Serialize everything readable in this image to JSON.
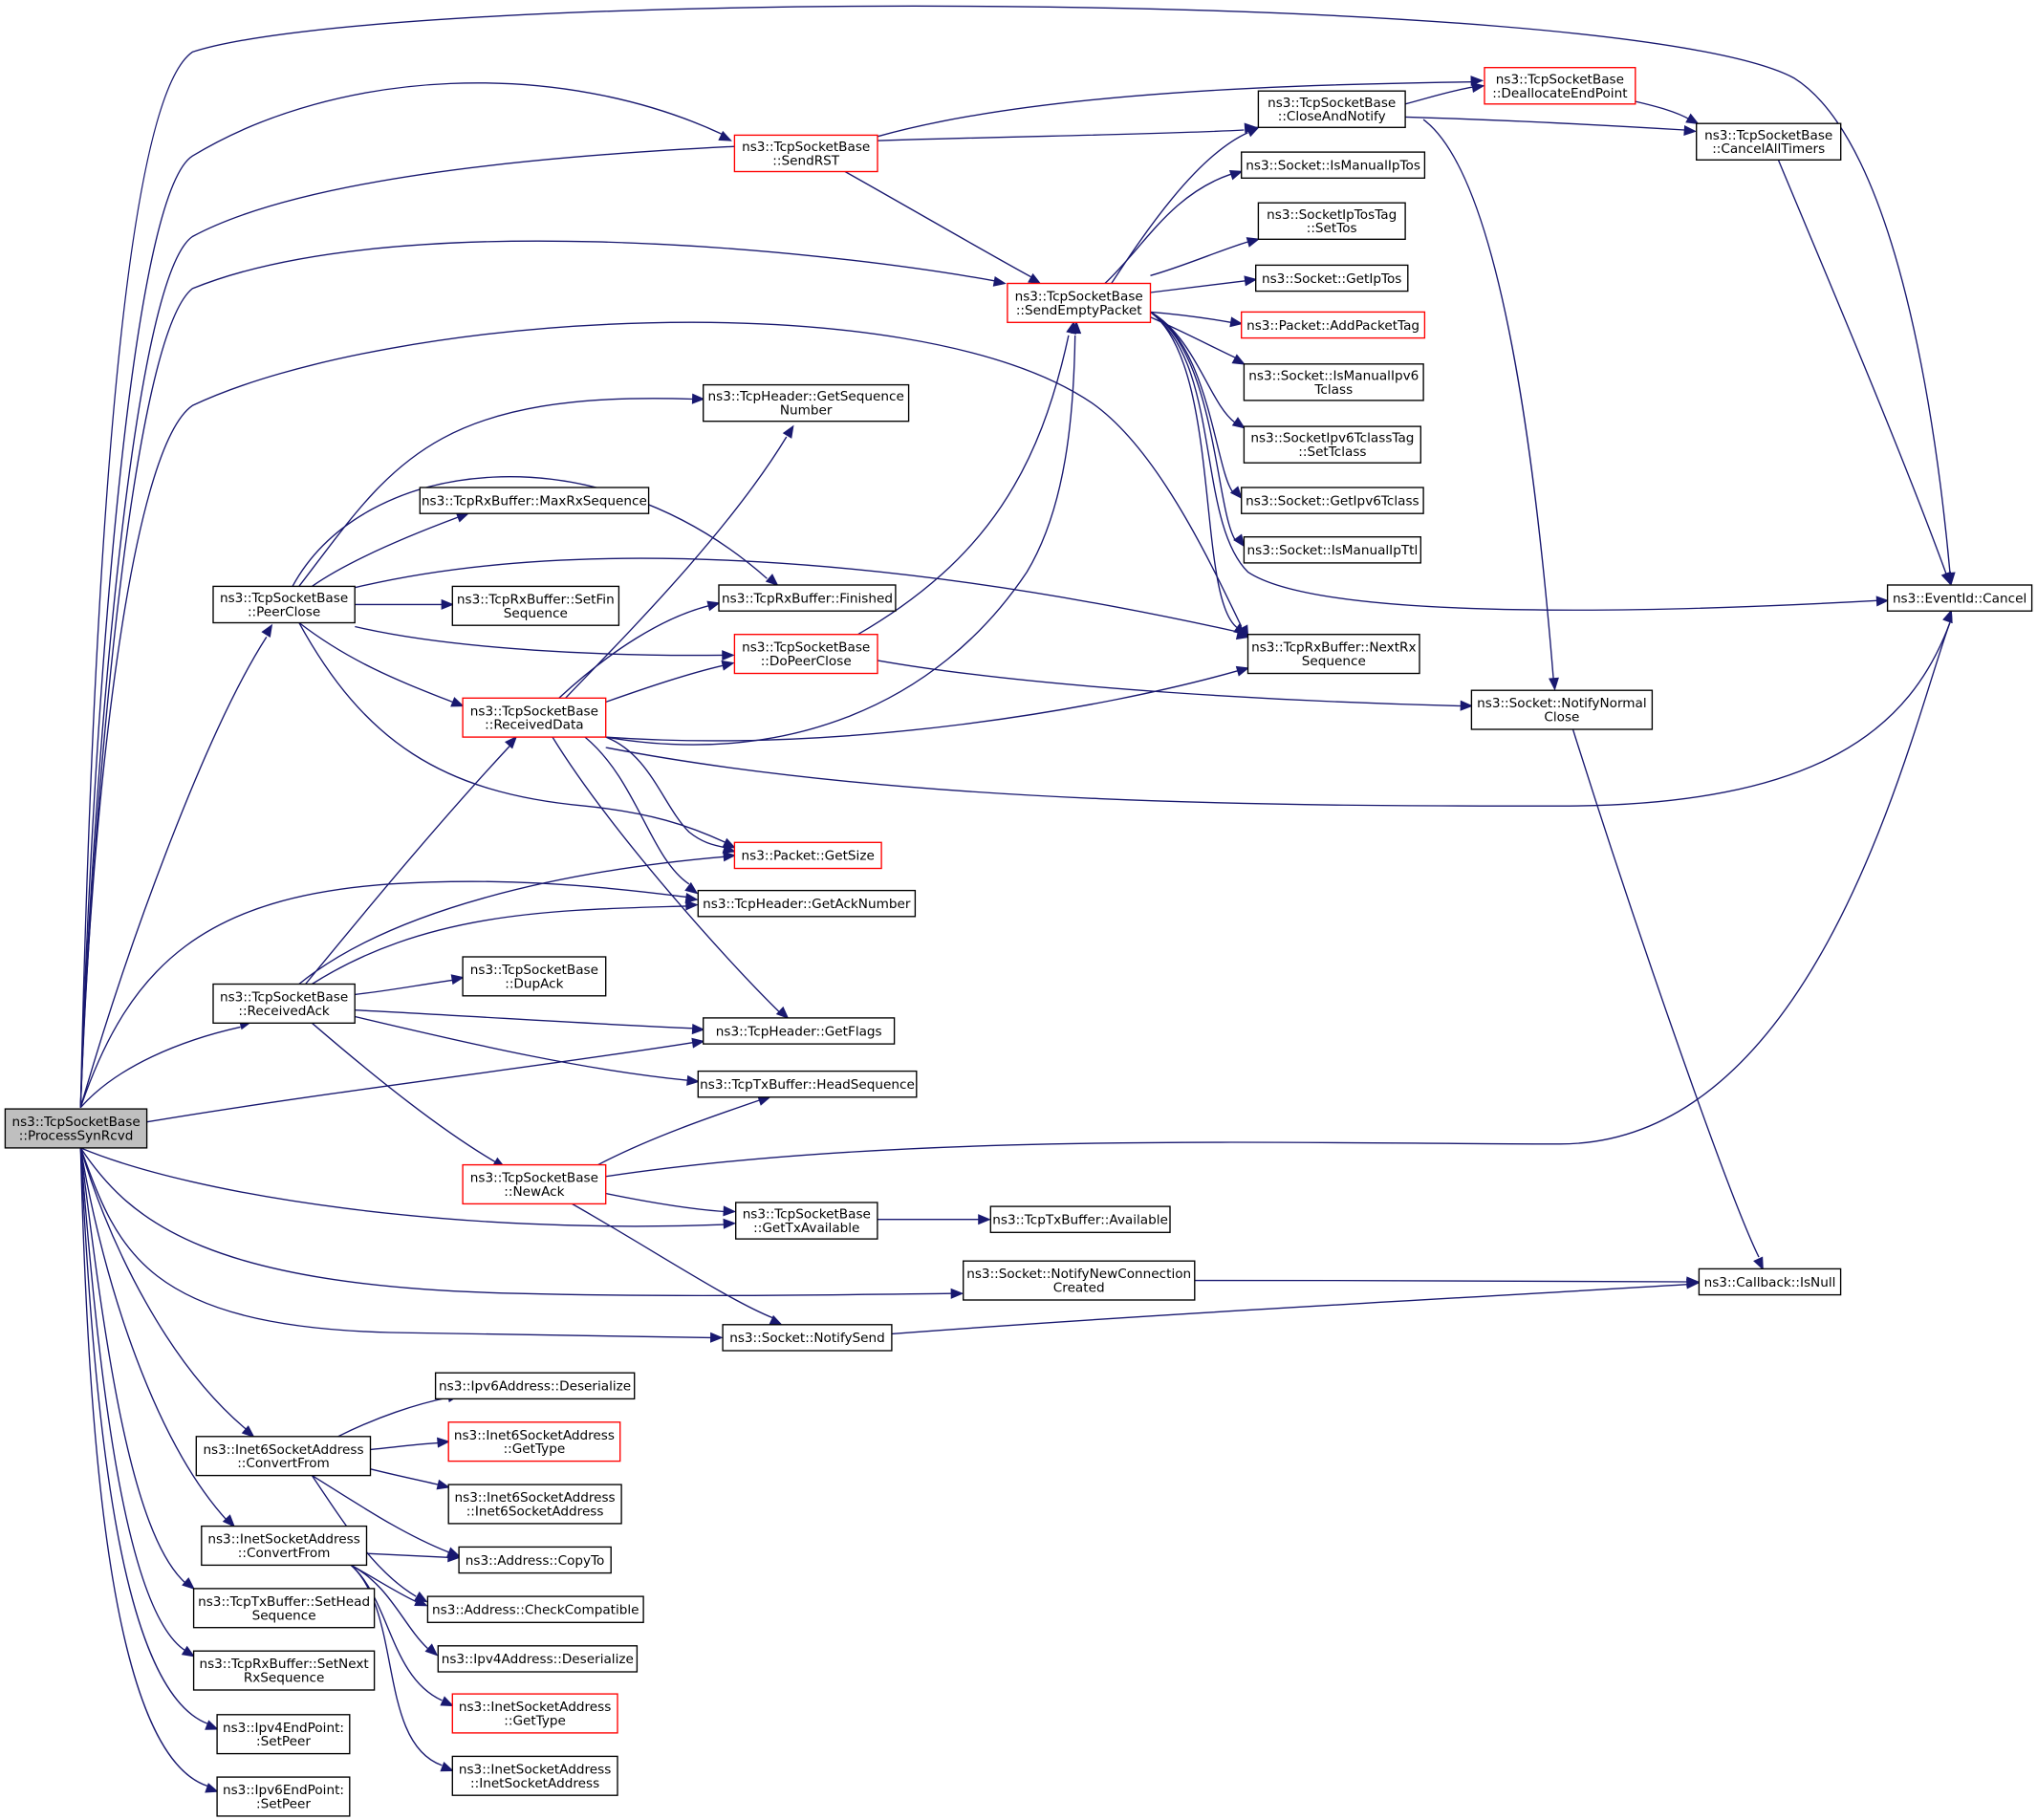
{
  "colors": {
    "edge": "#191970",
    "node_border": "#000000",
    "truncated_node_border": "#ff0000",
    "selected_node_fill": "#bfbfbf",
    "background": "#ffffff"
  },
  "nodes": [
    {
      "id": "processsynrcvd",
      "lines": [
        "ns3::TcpSocketBase",
        "::ProcessSynRcvd"
      ],
      "style": "root"
    },
    {
      "id": "sendrst",
      "lines": [
        "ns3::TcpSocketBase",
        "::SendRST"
      ],
      "style": "red"
    },
    {
      "id": "closeandnotify",
      "lines": [
        "ns3::TcpSocketBase",
        "::CloseAndNotify"
      ],
      "style": "normal"
    },
    {
      "id": "deallocateendpoint",
      "lines": [
        "ns3::TcpSocketBase",
        "::DeallocateEndPoint"
      ],
      "style": "red"
    },
    {
      "id": "cancelalltimers",
      "lines": [
        "ns3::TcpSocketBase",
        "::CancelAllTimers"
      ],
      "style": "normal"
    },
    {
      "id": "ismanualiptos",
      "lines": [
        "ns3::Socket::IsManualIpTos"
      ],
      "style": "normal"
    },
    {
      "id": "settos",
      "lines": [
        "ns3::SocketIpTosTag",
        "::SetTos"
      ],
      "style": "normal"
    },
    {
      "id": "getiptos",
      "lines": [
        "ns3::Socket::GetIpTos"
      ],
      "style": "normal"
    },
    {
      "id": "sendemptypacket",
      "lines": [
        "ns3::TcpSocketBase",
        "::SendEmptyPacket"
      ],
      "style": "red"
    },
    {
      "id": "addpackettag",
      "lines": [
        "ns3::Packet::AddPacketTag"
      ],
      "style": "red"
    },
    {
      "id": "ismanualipv6tclass",
      "lines": [
        "ns3::Socket::IsManualIpv6",
        "Tclass"
      ],
      "style": "normal"
    },
    {
      "id": "gettcpseq",
      "lines": [
        "ns3::TcpHeader::GetSequence",
        "Number"
      ],
      "style": "normal"
    },
    {
      "id": "settclass",
      "lines": [
        "ns3::SocketIpv6TclassTag",
        "::SetTclass"
      ],
      "style": "normal"
    },
    {
      "id": "maxrxsequence",
      "lines": [
        "ns3::TcpRxBuffer::MaxRxSequence"
      ],
      "style": "normal"
    },
    {
      "id": "getipv6tclass",
      "lines": [
        "ns3::Socket::GetIpv6Tclass"
      ],
      "style": "normal"
    },
    {
      "id": "ismanualipttl",
      "lines": [
        "ns3::Socket::IsManualIpTtl"
      ],
      "style": "normal"
    },
    {
      "id": "peerclose",
      "lines": [
        "ns3::TcpSocketBase",
        "::PeerClose"
      ],
      "style": "normal"
    },
    {
      "id": "setfinsequence",
      "lines": [
        "ns3::TcpRxBuffer::SetFin",
        "Sequence"
      ],
      "style": "normal"
    },
    {
      "id": "finished",
      "lines": [
        "ns3::TcpRxBuffer::Finished"
      ],
      "style": "normal"
    },
    {
      "id": "eventidcancel",
      "lines": [
        "ns3::EventId::Cancel"
      ],
      "style": "normal"
    },
    {
      "id": "dopeerclose",
      "lines": [
        "ns3::TcpSocketBase",
        "::DoPeerClose"
      ],
      "style": "red"
    },
    {
      "id": "nextrxsequence",
      "lines": [
        "ns3::TcpRxBuffer::NextRx",
        "Sequence"
      ],
      "style": "normal"
    },
    {
      "id": "receiveddata",
      "lines": [
        "ns3::TcpSocketBase",
        "::ReceivedData"
      ],
      "style": "red"
    },
    {
      "id": "notifynormalclose",
      "lines": [
        "ns3::Socket::NotifyNormal",
        "Close"
      ],
      "style": "normal"
    },
    {
      "id": "packetgetsize",
      "lines": [
        "ns3::Packet::GetSize"
      ],
      "style": "red"
    },
    {
      "id": "getacknumber",
      "lines": [
        "ns3::TcpHeader::GetAckNumber"
      ],
      "style": "normal"
    },
    {
      "id": "dupack",
      "lines": [
        "ns3::TcpSocketBase",
        "::DupAck"
      ],
      "style": "normal"
    },
    {
      "id": "receivedack",
      "lines": [
        "ns3::TcpSocketBase",
        "::ReceivedAck"
      ],
      "style": "normal"
    },
    {
      "id": "getflags",
      "lines": [
        "ns3::TcpHeader::GetFlags"
      ],
      "style": "normal"
    },
    {
      "id": "headsequence",
      "lines": [
        "ns3::TcpTxBuffer::HeadSequence"
      ],
      "style": "normal"
    },
    {
      "id": "newack",
      "lines": [
        "ns3::TcpSocketBase",
        "::NewAck"
      ],
      "style": "red"
    },
    {
      "id": "gettxavailable",
      "lines": [
        "ns3::TcpSocketBase",
        "::GetTxAvailable"
      ],
      "style": "normal"
    },
    {
      "id": "available",
      "lines": [
        "ns3::TcpTxBuffer::Available"
      ],
      "style": "normal"
    },
    {
      "id": "notifynewconnection",
      "lines": [
        "ns3::Socket::NotifyNewConnection",
        "Created"
      ],
      "style": "normal"
    },
    {
      "id": "callbackisnull",
      "lines": [
        "ns3::Callback::IsNull"
      ],
      "style": "normal"
    },
    {
      "id": "notifysend",
      "lines": [
        "ns3::Socket::NotifySend"
      ],
      "style": "normal"
    },
    {
      "id": "ipv6deserialize",
      "lines": [
        "ns3::Ipv6Address::Deserialize"
      ],
      "style": "normal"
    },
    {
      "id": "inet6convertfrom",
      "lines": [
        "ns3::Inet6SocketAddress",
        "::ConvertFrom"
      ],
      "style": "normal"
    },
    {
      "id": "inet6gettype",
      "lines": [
        "ns3::Inet6SocketAddress",
        "::GetType"
      ],
      "style": "red"
    },
    {
      "id": "inet6ctor",
      "lines": [
        "ns3::Inet6SocketAddress",
        "::Inet6SocketAddress"
      ],
      "style": "normal"
    },
    {
      "id": "inetconvertfrom",
      "lines": [
        "ns3::InetSocketAddress",
        "::ConvertFrom"
      ],
      "style": "normal"
    },
    {
      "id": "addresscopyto",
      "lines": [
        "ns3::Address::CopyTo"
      ],
      "style": "normal"
    },
    {
      "id": "setheadsequence",
      "lines": [
        "ns3::TcpTxBuffer::SetHead",
        "Sequence"
      ],
      "style": "normal"
    },
    {
      "id": "addresscheckcompatible",
      "lines": [
        "ns3::Address::CheckCompatible"
      ],
      "style": "normal"
    },
    {
      "id": "setnextrxsequence",
      "lines": [
        "ns3::TcpRxBuffer::SetNext",
        "RxSequence"
      ],
      "style": "normal"
    },
    {
      "id": "ipv4deserialize",
      "lines": [
        "ns3::Ipv4Address::Deserialize"
      ],
      "style": "normal"
    },
    {
      "id": "inetgettype",
      "lines": [
        "ns3::InetSocketAddress",
        "::GetType"
      ],
      "style": "red"
    },
    {
      "id": "ipv4setpeer",
      "lines": [
        "ns3::Ipv4EndPoint:",
        ":SetPeer"
      ],
      "style": "normal"
    },
    {
      "id": "inetctor",
      "lines": [
        "ns3::InetSocketAddress",
        "::InetSocketAddress"
      ],
      "style": "normal"
    },
    {
      "id": "ipv6setpeer",
      "lines": [
        "ns3::Ipv6EndPoint:",
        ":SetPeer"
      ],
      "style": "normal"
    }
  ]
}
